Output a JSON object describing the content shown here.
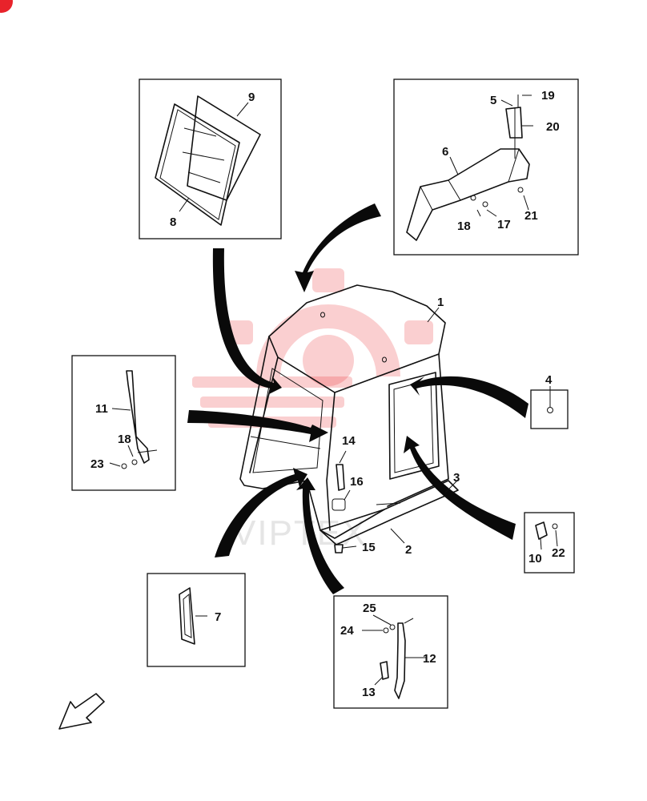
{
  "parts": {
    "p1": "1",
    "p2": "2",
    "p3": "3",
    "p4": "4",
    "p5": "5",
    "p6": "6",
    "p7": "7",
    "p8": "8",
    "p9": "9",
    "p10": "10",
    "p11": "11",
    "p12": "12",
    "p13": "13",
    "p14": "14",
    "p15": "15",
    "p16": "16",
    "p17": "17",
    "p18": "18",
    "p19": "19",
    "p20": "20",
    "p21": "21",
    "p22": "22",
    "p23": "23",
    "p24": "24",
    "p25": "25"
  },
  "watermark": {
    "text": "VIPTEX"
  },
  "colors": {
    "ink": "#111111",
    "watermark": "#e8232b",
    "background": "#ffffff"
  }
}
